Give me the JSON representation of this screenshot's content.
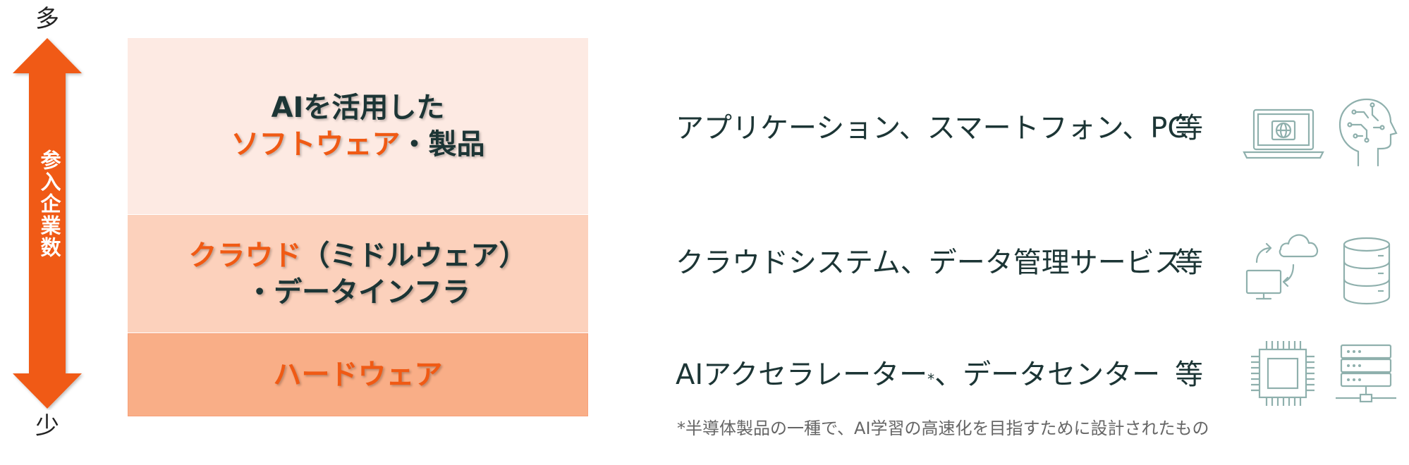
{
  "axis": {
    "top_label": "多",
    "bottom_label": "少",
    "arrow_label": "参入企業数",
    "arrow_color": "#f05a14"
  },
  "layers": [
    {
      "lines": [
        [
          {
            "text": "AIを活用した",
            "highlight": false
          }
        ],
        [
          {
            "text": "ソフトウェア",
            "highlight": true
          },
          {
            "text": "・製品",
            "highlight": false
          }
        ]
      ],
      "description": "アプリケーション、スマートフォン、PC",
      "suffix": "等",
      "icons": [
        "laptop-globe-icon",
        "ai-brain-icon"
      ]
    },
    {
      "lines": [
        [
          {
            "text": "クラウド",
            "highlight": true
          },
          {
            "text": "（ミドルウェア）",
            "highlight": false
          }
        ],
        [
          {
            "text": "・データインフラ",
            "highlight": false
          }
        ]
      ],
      "description": "クラウドシステム、データ管理サービス",
      "suffix": "等",
      "icons": [
        "cloud-sync-icon",
        "database-icon"
      ]
    },
    {
      "lines": [
        [
          {
            "text": "ハードウェア",
            "highlight": true
          }
        ]
      ],
      "description_pre": "AIアクセラレーター",
      "description_mark": "*",
      "description_post": "、データセンター",
      "suffix": "等",
      "icons": [
        "chip-icon",
        "server-rack-icon"
      ]
    }
  ],
  "footnote": "*半導体製品の一種で、AI学習の高速化を目指すために設計されたもの",
  "colors": {
    "accent": "#f05a14",
    "layer1": "#fdeae3",
    "layer2": "#fcd1bc",
    "layer3": "#f9ae87",
    "icon_stroke": "#8fb0ad"
  }
}
